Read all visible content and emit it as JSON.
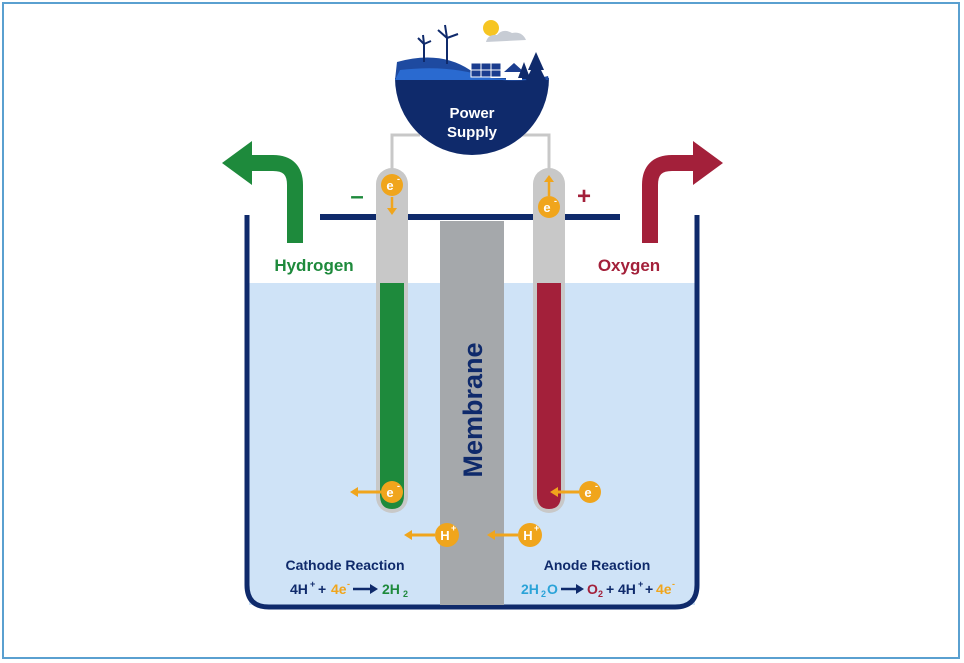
{
  "power_supply": {
    "line1": "Power",
    "line2": "Supply"
  },
  "cathode": {
    "terminal": "–",
    "gas": "Hydrogen",
    "reaction_title": "Cathode Reaction",
    "eq": {
      "lhs1": "4H",
      "lhs1_sup": "+",
      "plus": "+",
      "lhs2": "4e",
      "lhs2_sup": "-",
      "rhs": "2H",
      "rhs_sub": "2"
    }
  },
  "anode": {
    "terminal": "+",
    "gas": "Oxygen",
    "reaction_title": "Anode Reaction",
    "eq": {
      "lhs": "2H",
      "lhs_sub": "2",
      "lhs_o": "O",
      "rhs1": "O",
      "rhs1_sub": "2",
      "plus1": "+",
      "rhs2": "4H",
      "rhs2_sup": "+",
      "plus2": "+",
      "rhs3": "4e",
      "rhs3_sup": "-"
    }
  },
  "membrane": "Membrane",
  "particles": {
    "electron": "e",
    "electron_sup": "-",
    "proton": "H",
    "proton_sup": "+"
  },
  "colors": {
    "navy": "#0f2a6b",
    "green": "#1e8a3c",
    "red": "#a3203a",
    "electron": "#f0a51c",
    "water": "#cfe3f7",
    "membrane": "#a5a8ab",
    "rod": "#c8c8c8",
    "water_blue": "#2aa3d8"
  }
}
